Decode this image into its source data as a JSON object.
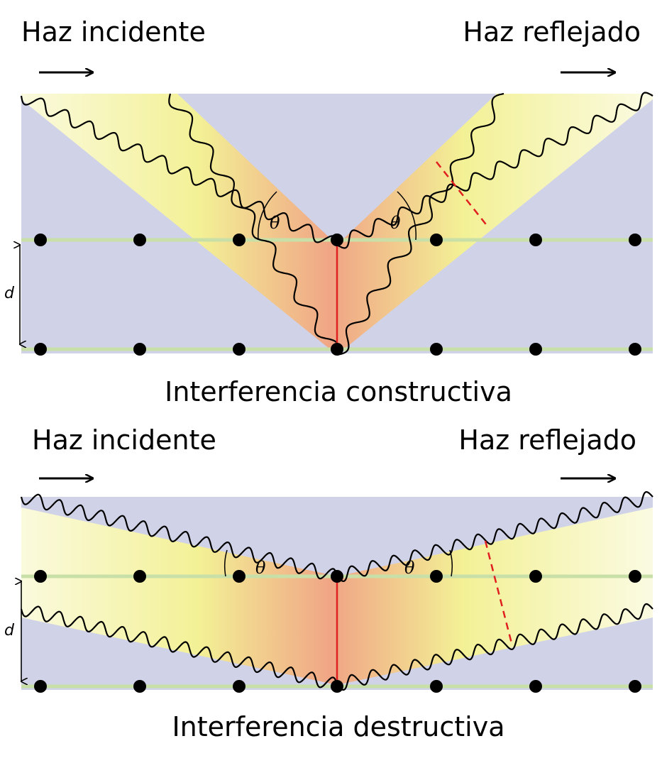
{
  "panels": [
    {
      "incident_label": "Haz incidente",
      "reflected_label": "Haz reflejado",
      "angle_symbol": "θ",
      "angle_symbol_right": "θ",
      "spacing_label": "d",
      "caption": "Interferencia constructiva"
    },
    {
      "incident_label": "Haz incidente",
      "reflected_label": "Haz reflejado",
      "angle_symbol": "θ",
      "angle_symbol_right": "θ",
      "spacing_label": "d",
      "caption": "Interferencia destructiva"
    }
  ],
  "colors": {
    "background": "#d0d2e8",
    "beam_outer": "#f7f7b0",
    "beam_center": "#f0a080",
    "plane_line": "#c8e0a8",
    "path_difference": "#e02020",
    "wave": "#000000",
    "atom": "#000000"
  }
}
